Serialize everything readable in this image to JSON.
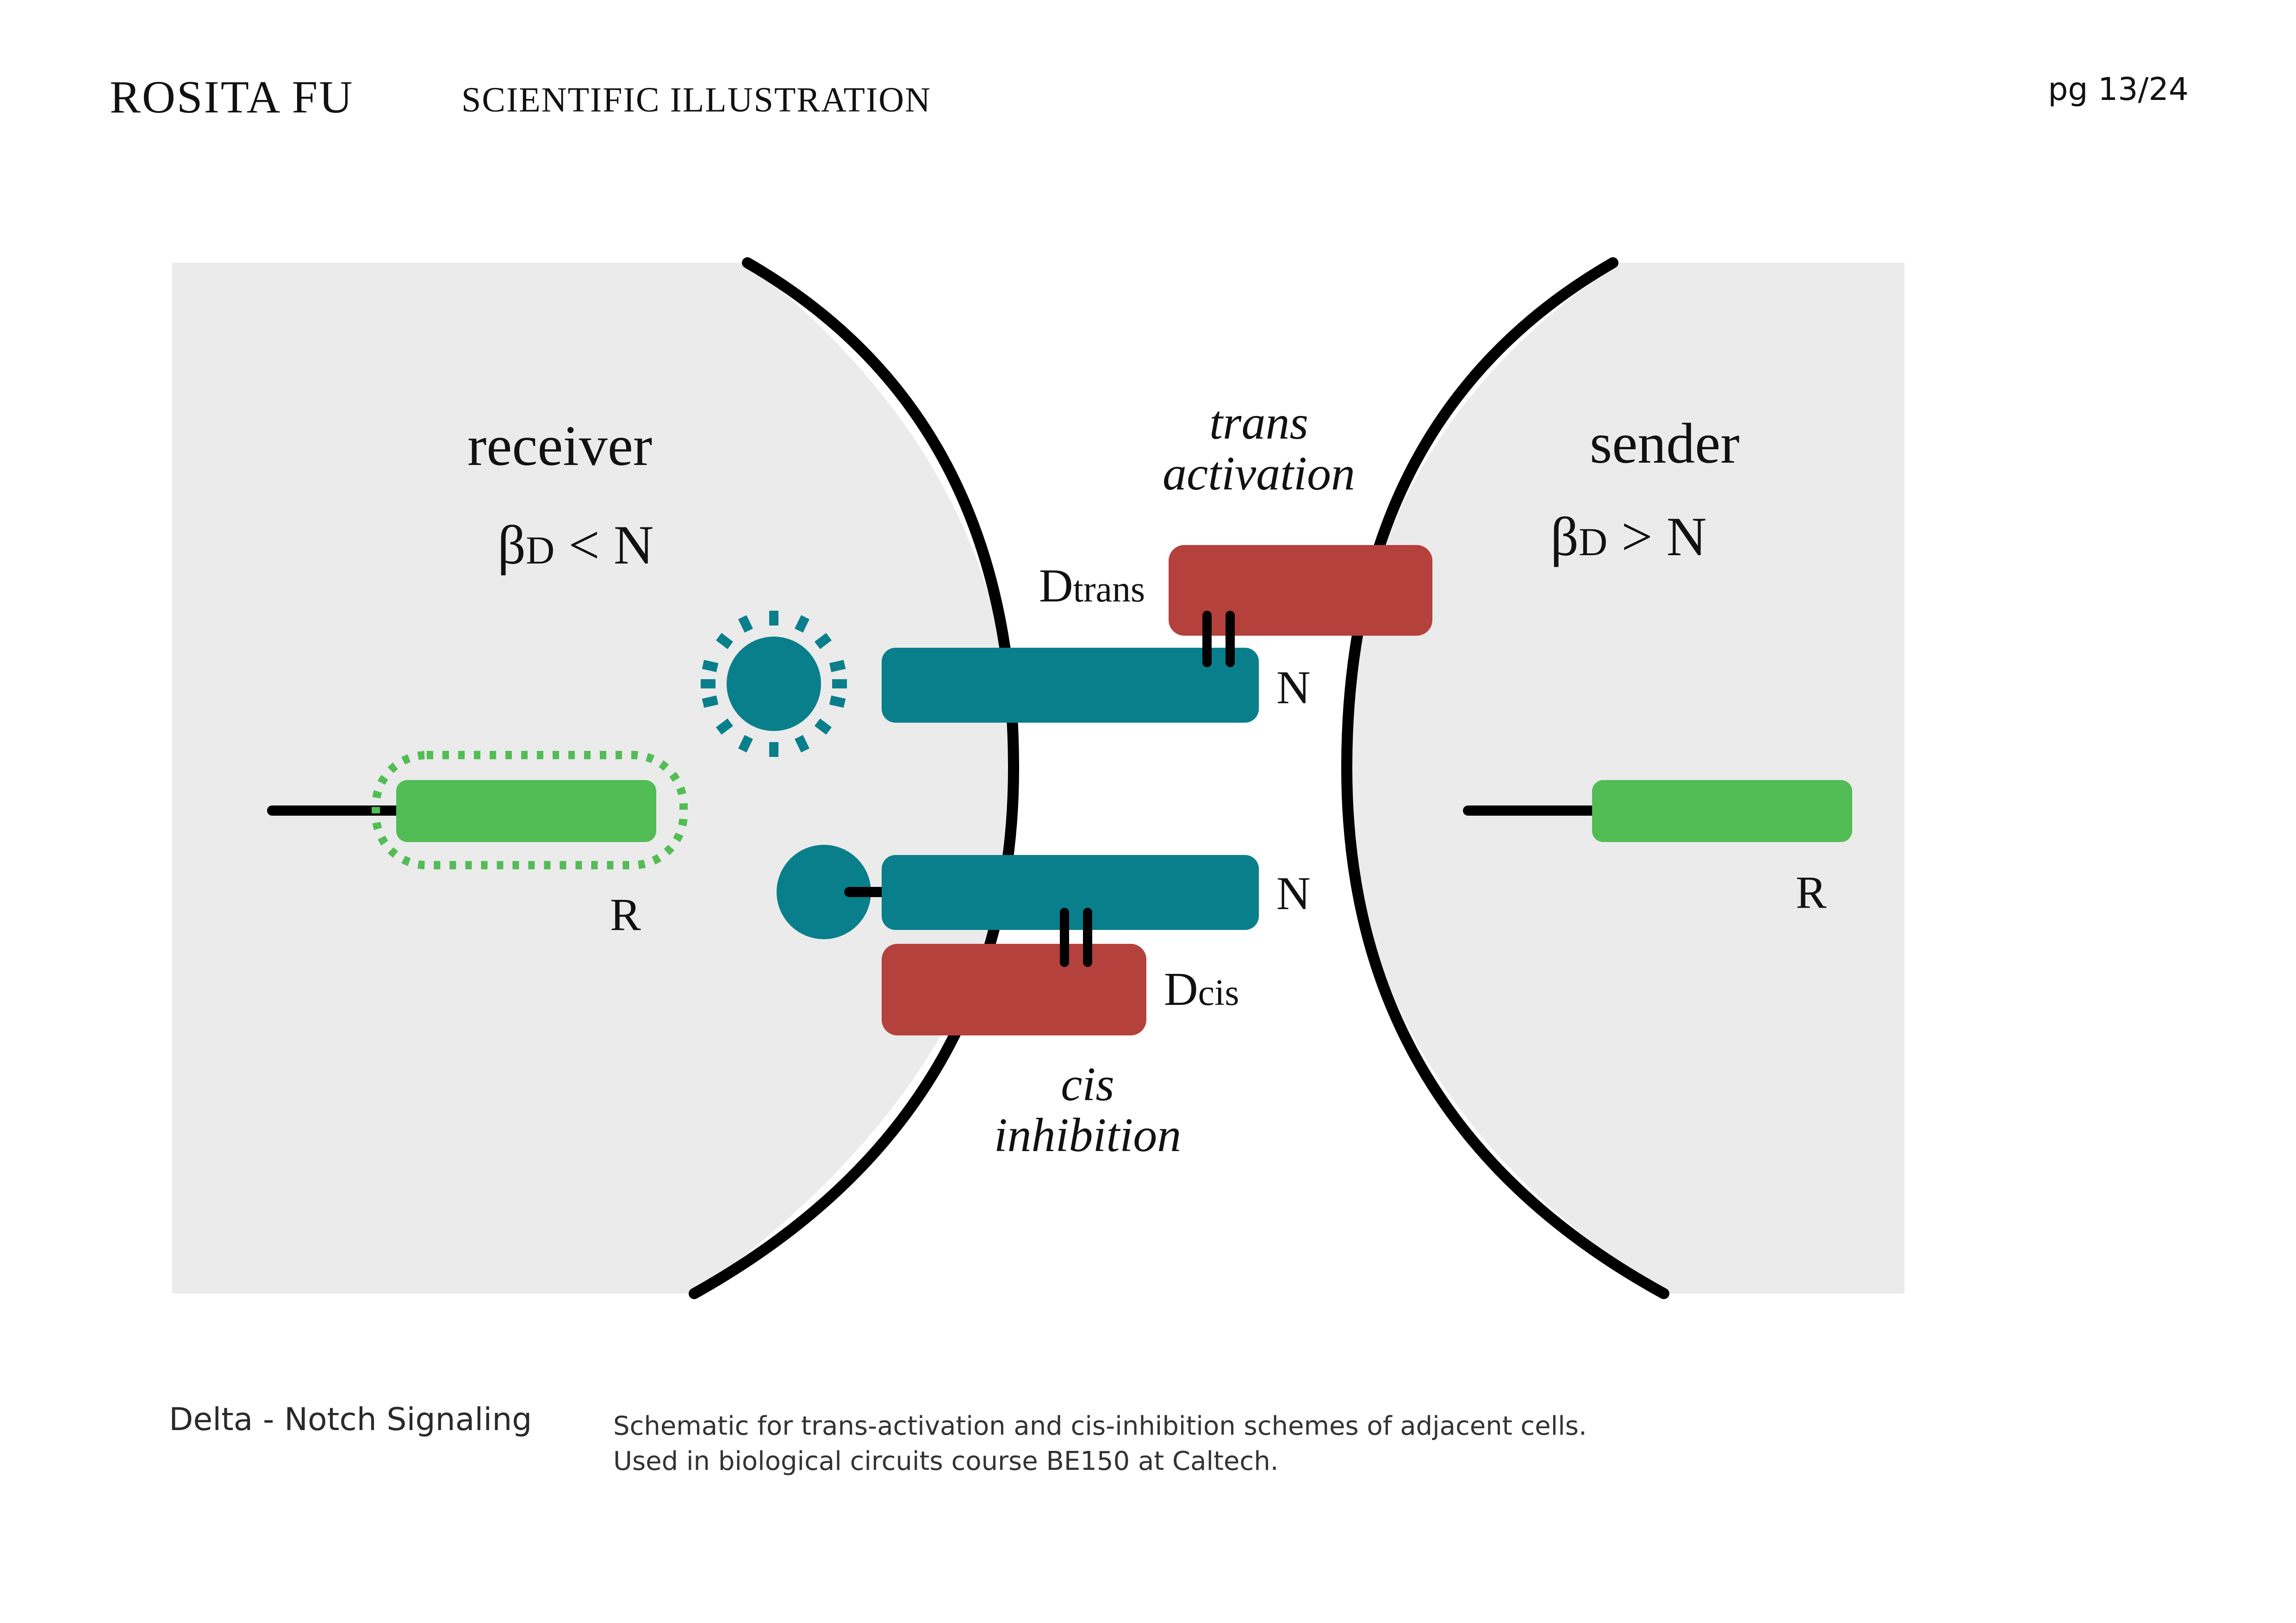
{
  "header": {
    "author": "ROSITA FU",
    "section": "SCIENTIFIC ILLUSTRATION",
    "page": "pg 13/24"
  },
  "diagram": {
    "receiver": {
      "title": "receiver",
      "condition_beta": "β",
      "condition_sub": "D",
      "condition_rest": " < N",
      "reporter_label": "R"
    },
    "sender": {
      "title": "sender",
      "condition_beta": "β",
      "condition_sub": "D",
      "condition_rest": " > N",
      "reporter_label": "R"
    },
    "trans": {
      "title_line1": "trans",
      "title_line2": "activation",
      "delta_main": "D",
      "delta_sub": "trans",
      "notch_label": "N"
    },
    "cis": {
      "title_line1": "cis",
      "title_line2": "inhibition",
      "delta_main": "D",
      "delta_sub": "cis",
      "notch_label": "N"
    },
    "colors": {
      "cell_fill": "#ebebeb",
      "membrane": "#000000",
      "notch": "#0a7f8c",
      "delta": "#b5413d",
      "reporter": "#52bd55"
    }
  },
  "caption": {
    "title": "Delta - Notch Signaling",
    "line1": "Schematic for trans-activation and cis-inhibition schemes of adjacent cells.",
    "line2": "Used in biological circuits course BE150 at Caltech."
  }
}
